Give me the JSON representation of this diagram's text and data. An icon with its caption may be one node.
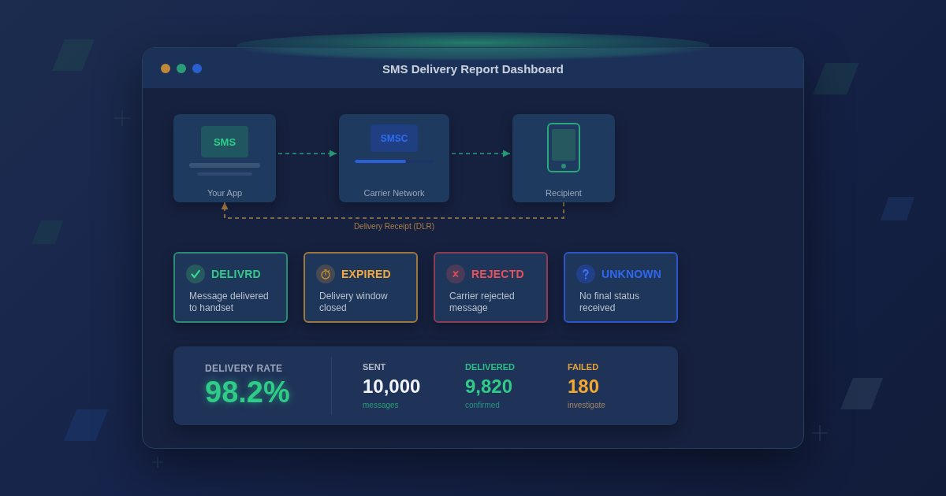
{
  "diagram": {
    "title": "SMS Delivery Report Dashboard",
    "nodes": [
      {
        "text": [
          "SMS",
          "Your App"
        ]
      },
      {
        "text": [
          "SMSC",
          "Carrier Network"
        ]
      },
      {
        "text": [
          "Recipient"
        ]
      },
      {
        "text": [
          "DELIVRD",
          "Message delivered to handset"
        ]
      },
      {
        "text": [
          "EXPIRED",
          "Delivery window closed"
        ]
      },
      {
        "text": [
          "REJECTD",
          "Carrier rejected message"
        ]
      },
      {
        "text": [
          "UNKNOWN",
          "No final status received"
        ]
      },
      {
        "text": [
          "DELIVERY RATE",
          "98.2%",
          "SENT",
          "10,000",
          "messages",
          "DELIVERED",
          "9,820",
          "confirmed",
          "FAILED",
          "180",
          "investigate"
        ]
      }
    ],
    "edges": [
      {
        "from": 0,
        "to": 1,
        "arrow": "to",
        "style": "dashed"
      },
      {
        "from": 1,
        "to": 2,
        "arrow": "to",
        "style": "dashed"
      },
      {
        "from": 2,
        "to": 0,
        "arrow": "to",
        "label": "Delivery Receipt (DLR)",
        "style": "dashed",
        "color": "#a97f48"
      }
    ]
  }
}
